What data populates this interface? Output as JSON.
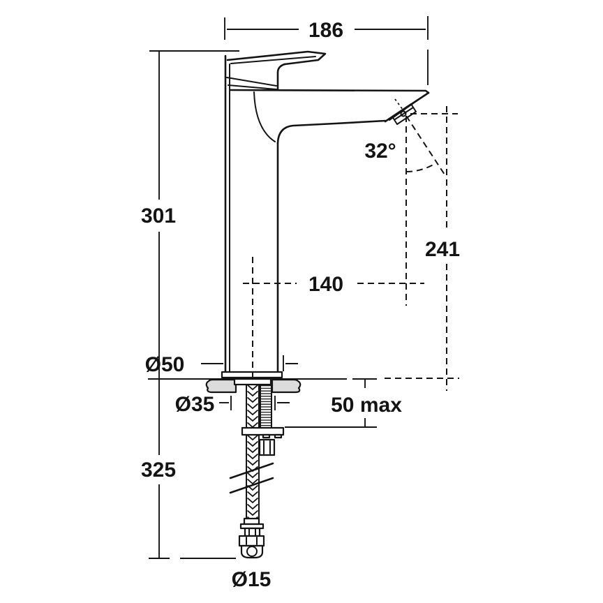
{
  "drawing": {
    "type": "faucet-installation-dimension-drawing",
    "labels": {
      "spout_width": "186",
      "body_height": "301",
      "spray_angle": "32°",
      "outlet_height": "241",
      "spout_reach": "140",
      "base_diameter": "Ø50",
      "hole_diameter": "Ø35",
      "deck_thickness_max": "50 max",
      "below_deck_length": "325",
      "connector_diameter": "Ø15"
    },
    "colors": {
      "line": "#141414",
      "deck_fill": "#dcdcdc",
      "background": "#ffffff"
    }
  }
}
